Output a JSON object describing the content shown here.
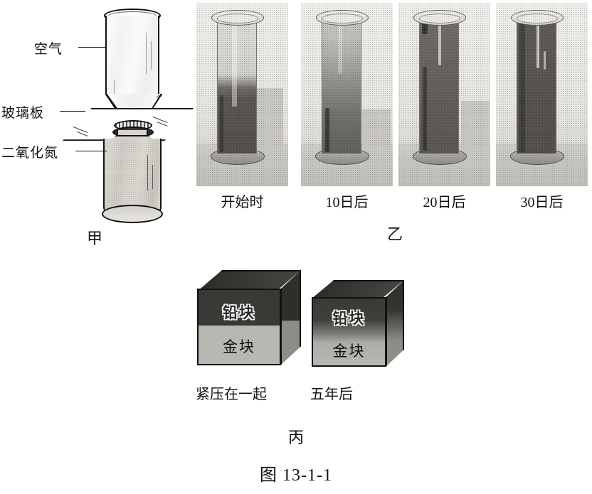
{
  "figure": {
    "caption": "图 13-1-1",
    "panels": [
      {
        "letter": "甲",
        "kind": "gas-diffusion-apparatus"
      },
      {
        "letter": "乙",
        "kind": "liquid-diffusion-photos"
      },
      {
        "letter": "丙",
        "kind": "solid-diffusion-blocks"
      }
    ]
  },
  "panel_jia": {
    "letter": "甲",
    "labels": [
      {
        "text": "空气",
        "target": "upper-bottle"
      },
      {
        "text": "玻璃板",
        "target": "glass-plate"
      },
      {
        "text": "二氧化氮",
        "target": "lower-bottle"
      }
    ]
  },
  "panel_yi": {
    "letter": "乙",
    "photos": [
      {
        "caption": "开始时",
        "description": "sharp boundary, clear liquid above dark liquid"
      },
      {
        "caption": "10日后",
        "description": "boundary blurred, gradient region widened"
      },
      {
        "caption": "20日后",
        "description": "mostly mixed, darker throughout"
      },
      {
        "caption": "30日后",
        "description": "uniformly dark, fully diffused"
      }
    ]
  },
  "panel_bing": {
    "letter": "丙",
    "cubes": [
      {
        "caption": "紧压在一起",
        "top_label": "铅块",
        "bottom_label": "金块",
        "boundary": "sharp"
      },
      {
        "caption": "五年后",
        "top_label": "铅块",
        "bottom_label": "金块",
        "boundary": "diffused"
      }
    ]
  },
  "colors": {
    "ink": "#111111",
    "lead_dark": "#3b3935",
    "gold_light": "#b9b7b2",
    "photo_bg": "#e6e5e0"
  }
}
